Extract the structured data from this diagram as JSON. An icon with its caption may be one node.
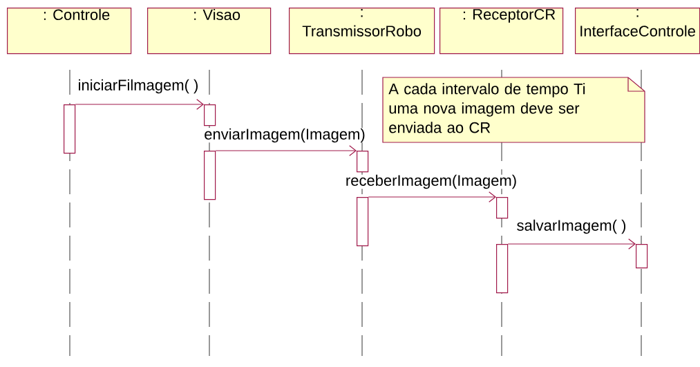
{
  "diagram": {
    "nodes": [
      {
        "text": [
          ": Controle"
        ]
      },
      {
        "text": [
          ": Visao"
        ]
      },
      {
        "text": [
          ": TransmissorRobo"
        ]
      },
      {
        "text": [
          ": ReceptorCR"
        ]
      },
      {
        "text": [
          ": InterfaceControle"
        ]
      },
      {
        "text": [
          "A cada intervalo de tempo Ti uma nova imagem deve ser enviada ao CR"
        ]
      },
      {
        "text": [],
        "shape": "bar"
      },
      {
        "text": [],
        "shape": "bar"
      },
      {
        "text": [],
        "shape": "bar"
      },
      {
        "text": [],
        "shape": "bar"
      },
      {
        "text": [],
        "shape": "bar"
      },
      {
        "text": [],
        "shape": "bar"
      },
      {
        "text": [],
        "shape": "bar"
      },
      {
        "text": [],
        "shape": "bar"
      }
    ],
    "edges": [
      {
        "from": 6,
        "to": 7,
        "arrow": "to",
        "label": "iniciarFilmagem( )"
      },
      {
        "from": 8,
        "to": 9,
        "arrow": "to",
        "label": "enviarImagem(Imagem)"
      },
      {
        "from": 10,
        "to": 11,
        "arrow": "to",
        "label": "receberImagem(Imagem)"
      },
      {
        "from": 12,
        "to": 13,
        "arrow": "to",
        "label": "salvarImagem( )"
      }
    ]
  }
}
